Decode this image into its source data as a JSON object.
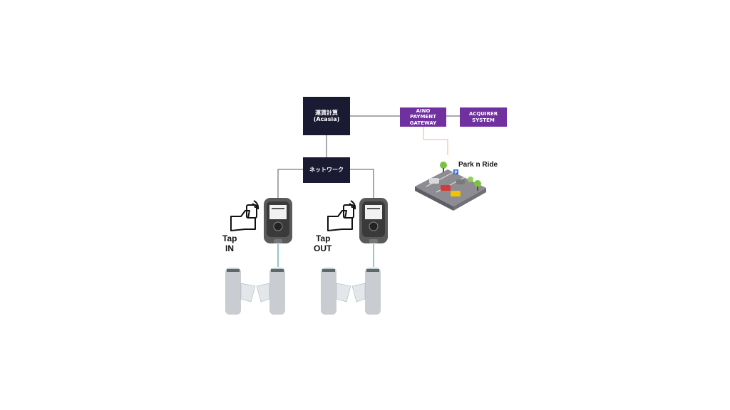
{
  "nodes": {
    "fare_calc": {
      "line1": "運賃計算",
      "line2": "(Acasia)"
    },
    "network": {
      "label": "ネットワーク"
    },
    "gateway": {
      "line1": "AINO",
      "line2": "PAYMENT",
      "line3": "GATEWAY"
    },
    "acquirer": {
      "line1": "ACQUIRER",
      "line2": "SYSTEM"
    }
  },
  "park": {
    "label": "Park n Ride"
  },
  "tap_in": {
    "line1": "Tap",
    "line2": "IN"
  },
  "tap_out": {
    "line1": "Tap",
    "line2": "OUT"
  },
  "colors": {
    "dark_box": "#1b1a33",
    "purple_box": "#7030a0",
    "orange_link": "#f4b183",
    "teal_link": "#2e8b8b"
  },
  "icons": [
    "hand-card-icon",
    "validator-icon",
    "gate-icon",
    "parking-lot-icon"
  ]
}
